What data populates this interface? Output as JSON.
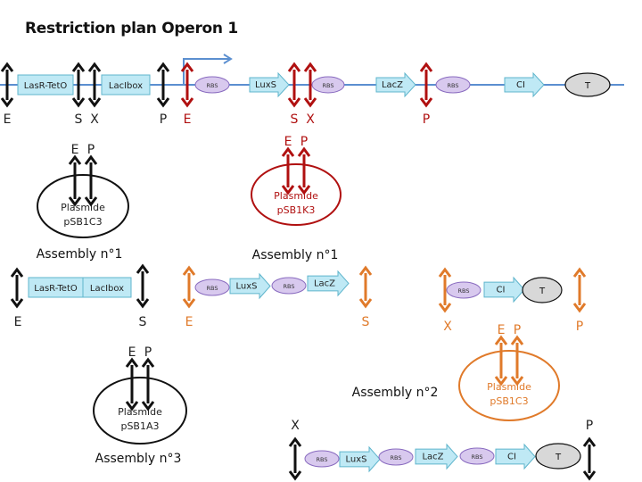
{
  "title": "Restriction plan Operon 1",
  "colors": {
    "black": "#111111",
    "red": "#b01010",
    "orange": "#e07a2a",
    "backbone": "#5b8fd0",
    "part_fill": "#bfe9f5",
    "part_stroke": "#5fb5cc",
    "rbs_fill": "#d8c9ee",
    "rbs_stroke": "#8a6cc0",
    "terminator_fill": "#d8d8d8"
  },
  "operon": {
    "sites": [
      {
        "letter": "E",
        "color": "black"
      },
      {
        "letter": "S",
        "color": "black"
      },
      {
        "letter": "X",
        "color": "black"
      },
      {
        "letter": "P",
        "color": "black"
      },
      {
        "letter": "E",
        "color": "red"
      },
      {
        "letter": "S",
        "color": "red"
      },
      {
        "letter": "X",
        "color": "red"
      },
      {
        "letter": "P",
        "color": "red"
      }
    ],
    "parts": [
      {
        "type": "box",
        "label": "LasR-TetO"
      },
      {
        "type": "box",
        "label": "LacIbox"
      },
      {
        "type": "promoter",
        "label": ""
      },
      {
        "type": "rbs",
        "label": "RBS"
      },
      {
        "type": "cds",
        "label": "LuxS"
      },
      {
        "type": "rbs",
        "label": "RBS"
      },
      {
        "type": "cds",
        "label": "LacZ"
      },
      {
        "type": "rbs",
        "label": "RBS"
      },
      {
        "type": "cds",
        "label": "CI"
      },
      {
        "type": "terminator",
        "label": "T"
      }
    ]
  },
  "plasmids": [
    {
      "name": "Plasmide",
      "id": "pSB1C3",
      "sites": [
        "E",
        "P"
      ],
      "color": "black",
      "caption": "Assembly n°1"
    },
    {
      "name": "Plasmide",
      "id": "pSB1K3",
      "sites": [
        "E",
        "P"
      ],
      "color": "red",
      "caption": "Assembly n°1"
    },
    {
      "name": "Plasmide",
      "id": "pSB1C3",
      "sites": [
        "E",
        "P"
      ],
      "color": "orange",
      "caption": "Assembly n°2"
    },
    {
      "name": "Plasmide",
      "id": "pSB1A3",
      "sites": [
        "E",
        "P"
      ],
      "color": "black",
      "caption": "Assembly n°3"
    }
  ],
  "fragments": [
    {
      "name": "fragment-lasr-laci",
      "color": "black",
      "left": "E",
      "right": "S",
      "parts": [
        "LasR-TetO",
        "LacIbox"
      ]
    },
    {
      "name": "fragment-luxs-lacz",
      "color": "orange",
      "left": "E",
      "right": "S",
      "parts": [
        "RBS",
        "LuxS",
        "RBS",
        "LacZ"
      ]
    },
    {
      "name": "fragment-ci-t",
      "color": "orange",
      "left": "X",
      "right": "P",
      "parts": [
        "RBS",
        "CI",
        "T"
      ]
    },
    {
      "name": "fragment-final",
      "color": "black",
      "left": "X",
      "right": "P",
      "parts": [
        "RBS",
        "LuxS",
        "RBS",
        "LacZ",
        "RBS",
        "CI",
        "T"
      ]
    }
  ]
}
